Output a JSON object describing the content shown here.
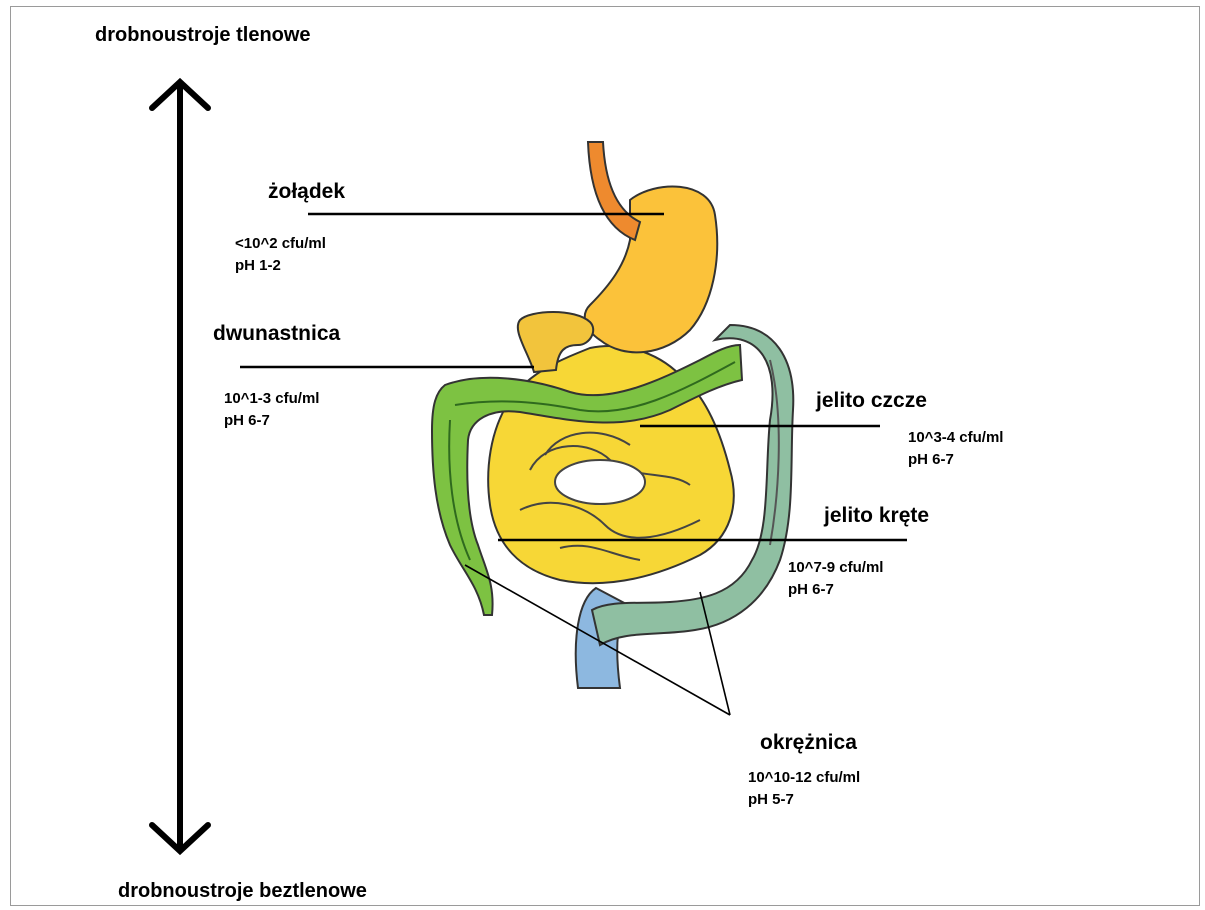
{
  "axis": {
    "top_label": "drobnoustroje tlenowe",
    "bottom_label": "drobnoustroje beztlenowe"
  },
  "organs": [
    {
      "name": "żołądek",
      "count": "<10^2 cfu/ml",
      "ph": "pH 1-2"
    },
    {
      "name": "dwunastnica",
      "count": "10^1-3 cfu/ml",
      "ph": "pH 6-7"
    },
    {
      "name": "jelito czcze",
      "count": "10^3-4 cfu/ml",
      "ph": "pH 6-7"
    },
    {
      "name": "jelito kręte",
      "count": "10^7-9 cfu/ml",
      "ph": "pH 6-7"
    },
    {
      "name": "okrężnica",
      "count": "10^10-12 cfu/ml",
      "ph": "pH 5-7"
    }
  ],
  "colors": {
    "esophagus": "#ee8a2e",
    "stomach": "#fbc23a",
    "duodenum": "#f2c43c",
    "small_intestine": "#f7d736",
    "transverse_colon": "#7dc242",
    "descending_colon": "#8fbfa2",
    "rectum": "#8db8e0",
    "outline": "#333333"
  }
}
